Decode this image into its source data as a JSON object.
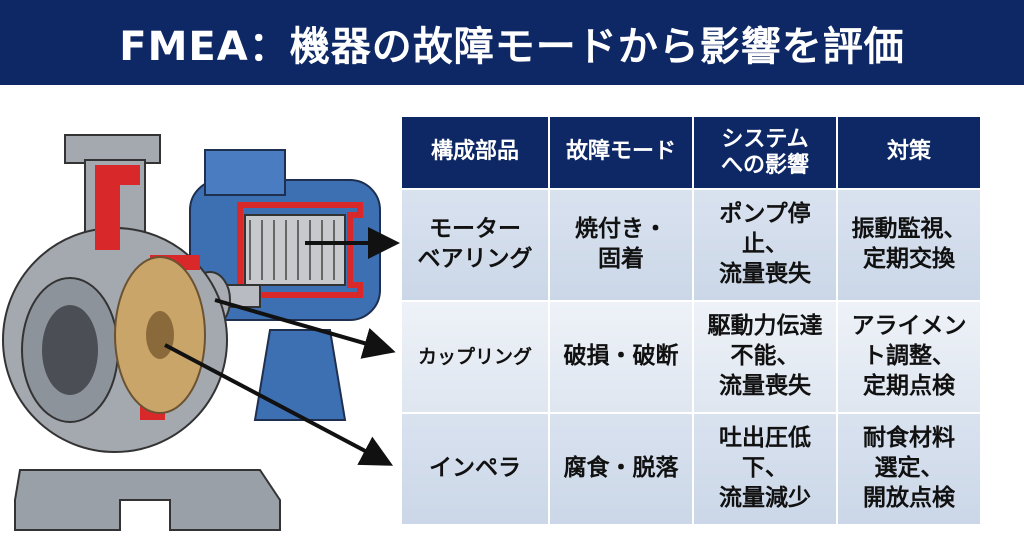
{
  "title": "FMEA：機器の故障モードから影響を評価",
  "table": {
    "headers": [
      "構成部品",
      "故障モード",
      "システム\nへの影響",
      "対策"
    ],
    "rows": [
      {
        "component": "モーター\nベアリング",
        "failure_mode": "焼付き・\n固着",
        "effect": "ポンプ停止、\n流量喪失",
        "countermeasure": "振動監視、\n定期交換"
      },
      {
        "component": "カップリング",
        "failure_mode": "破損・破断",
        "effect": "駆動力伝達\n不能、\n流量喪失",
        "countermeasure": "アライメン\nト調整、\n定期点検"
      },
      {
        "component": "インペラ",
        "failure_mode": "腐食・脱落",
        "effect": "吐出圧低下、\n流量減少",
        "countermeasure": "耐食材料\n選定、\n開放点検"
      }
    ]
  },
  "colors": {
    "header_bg": "#0e2866",
    "motor_blue": "#3d6fb3",
    "cutaway_red": "#d8282a",
    "impeller_bronze": "#c9a56a"
  }
}
